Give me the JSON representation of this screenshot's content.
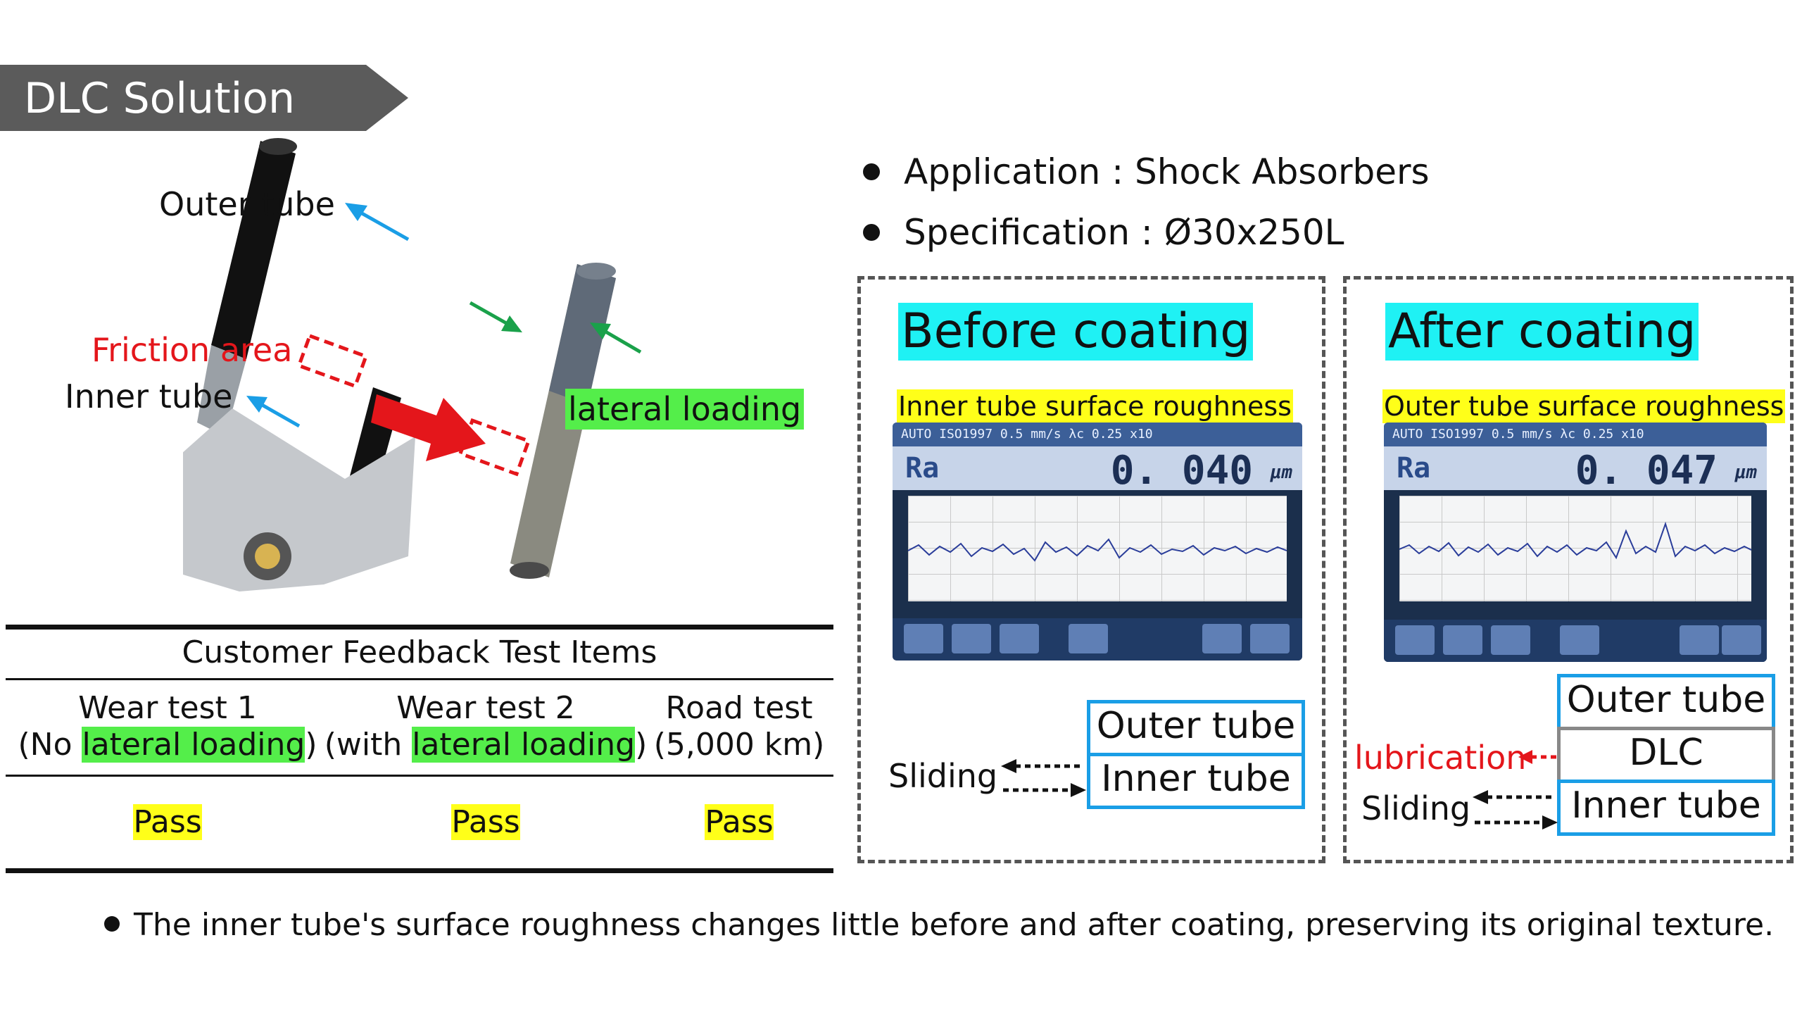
{
  "title": "DLC Solution",
  "figure_labels": {
    "outer_tube": "Outer tube",
    "friction_area": "Friction area",
    "inner_tube": "Inner tube",
    "lateral_loading": "lateral loading"
  },
  "bullets": {
    "application": "Application : Shock Absorbers",
    "specification": "Specification : Ø30x250L"
  },
  "table": {
    "header": "Customer Feedback Test Items",
    "columns": [
      {
        "line1": "Wear test 1",
        "pre": "(No ",
        "hl": "lateral loading",
        "post": ")",
        "result": "Pass"
      },
      {
        "line1": "Wear test 2",
        "pre": "(with ",
        "hl": "lateral loading",
        "post": ")",
        "result": "Pass"
      },
      {
        "line1": "Road test",
        "pre": "(5,000 km)",
        "hl": "",
        "post": "",
        "result": "Pass"
      }
    ]
  },
  "before": {
    "heading": "Before coating",
    "subtitle": "Inner tube surface roughness",
    "screen": {
      "top": "AUTO  ISO1997   0.5 mm/s  λc 0.25   x10",
      "ra": "Ra",
      "value": "0. 040",
      "unit": "μm"
    },
    "layers": [
      "Outer tube",
      "Inner tube"
    ],
    "sliding": "Sliding"
  },
  "after": {
    "heading": "After coating",
    "subtitle": "Outer tube surface roughness",
    "screen": {
      "top": "AUTO  ISO1997   0.5 mm/s  λc 0.25   x10",
      "ra": "Ra",
      "value": "0. 047",
      "unit": "μm"
    },
    "layers": [
      "Outer tube",
      "DLC",
      "Inner tube"
    ],
    "lubrication": "lubrication",
    "sliding": "Sliding"
  },
  "footer": "The inner tube's surface roughness changes little before and after coating, preserving its original texture.",
  "colors": {
    "banner": "#5b5b5b",
    "red": "#e4161b",
    "green_highlight": "#54ee4a",
    "yellow_highlight": "#ffff19",
    "cyan_highlight": "#1ff1f4",
    "layer_border": "#1a9ee6"
  }
}
